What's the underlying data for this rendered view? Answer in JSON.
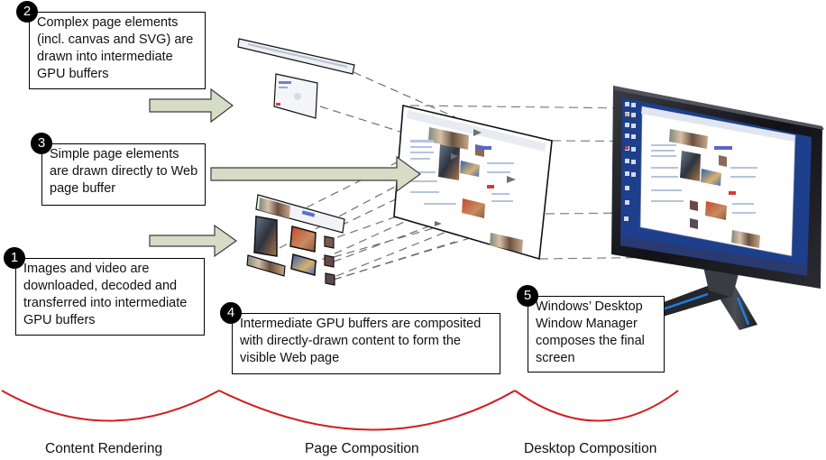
{
  "diagram": {
    "title": "Hardware-accelerated rendering pipeline",
    "colors": {
      "arrow_fill": "#d6dcc6",
      "arrow_stroke": "#3c3c3c",
      "phase_curve": "#d21e22",
      "dash_line": "#707070",
      "monitor_bezel": "#1c1d22",
      "monitor_accent": "#1e7ee0",
      "desktop_bg": "#1d3f8c"
    },
    "callouts": [
      {
        "step": "1",
        "text": "Images and video are downloaded, decoded and transferred into intermediate GPU buffers"
      },
      {
        "step": "2",
        "text": "Complex page elements (incl. canvas and SVG) are drawn into intermediate GPU buffers"
      },
      {
        "step": "3",
        "text": "Simple page elements are drawn directly to Web page buffer"
      },
      {
        "step": "4",
        "text": "Intermediate GPU buffers are composited with directly-drawn content to form the visible Web page"
      },
      {
        "step": "5",
        "text": "Windows’ Desktop Window Manager composes the final screen"
      }
    ],
    "phases": [
      {
        "label": "Content Rendering"
      },
      {
        "label": "Page Composition"
      },
      {
        "label": "Desktop Composition"
      }
    ],
    "visual_elements": {
      "gpu_buffers_complex": [
        "toolbar-strip-buffer",
        "svg-panel-buffer"
      ],
      "gpu_buffers_media": [
        "thumbnail-strip-buffer",
        "athlete-photo-buffer",
        "basketball-photo-buffer",
        "pool-photo-buffer",
        "small-thumb-buffer-1",
        "small-thumb-buffer-2",
        "small-thumb-buffer-3",
        "bottom-strip-buffer"
      ],
      "web_page_buffer": "composited-web-page",
      "display": "desktop-monitor"
    }
  }
}
